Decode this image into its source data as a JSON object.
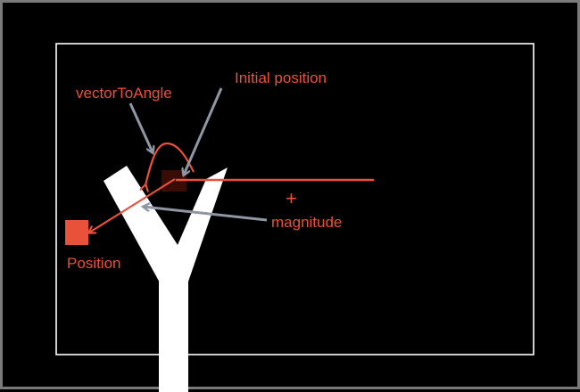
{
  "labels": {
    "vector_to_angle": "vectorToAngle",
    "initial_position": "Initial position",
    "plus": "+",
    "magnitude": "magnitude",
    "position": "Position"
  },
  "colors": {
    "background": "#000000",
    "frame_border": "#7a7a7a",
    "stage_border": "#ffffff",
    "accent": "#e9513a",
    "pointer_arrow": "#8e97a3",
    "sprite": "#ffffff",
    "initial_marker": "#3a0c06"
  }
}
